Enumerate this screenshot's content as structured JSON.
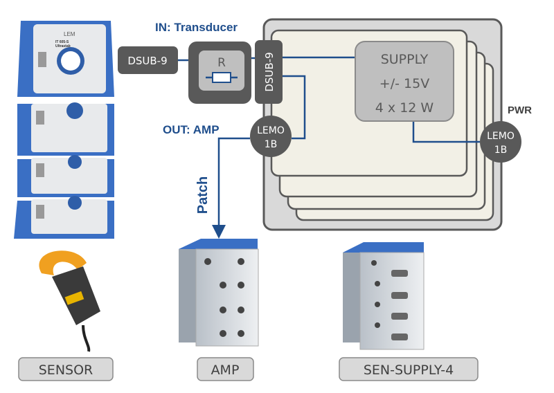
{
  "labels": {
    "in_transducer": "IN: Transducer",
    "out_amp": "OUT: AMP",
    "pwr": "PWR",
    "patch": "Patch"
  },
  "connectors": {
    "dsub_left": "DSUB-9",
    "dsub_vertical": "DSUB-9",
    "resistor": "R",
    "lemo_out_line1": "LEMO",
    "lemo_out_line2": "1B",
    "lemo_pwr_line1": "LEMO",
    "lemo_pwr_line2": "1B"
  },
  "supply": {
    "line1": "SUPPLY",
    "line2": "+/- 15V",
    "line3": "4 x 12 W"
  },
  "devices": {
    "sensor": "SENSOR",
    "amp": "AMP",
    "sen_supply": "SEN-SUPPLY-4"
  },
  "product_lettering": {
    "brand": "LEM",
    "model": "IT 605-S",
    "series": "Ultrastab"
  },
  "colors": {
    "accent_blue": "#1f4e8c",
    "dark_box": "#595959",
    "panel_gray": "#d9d9d9",
    "card_cream": "#f2f0e6"
  }
}
